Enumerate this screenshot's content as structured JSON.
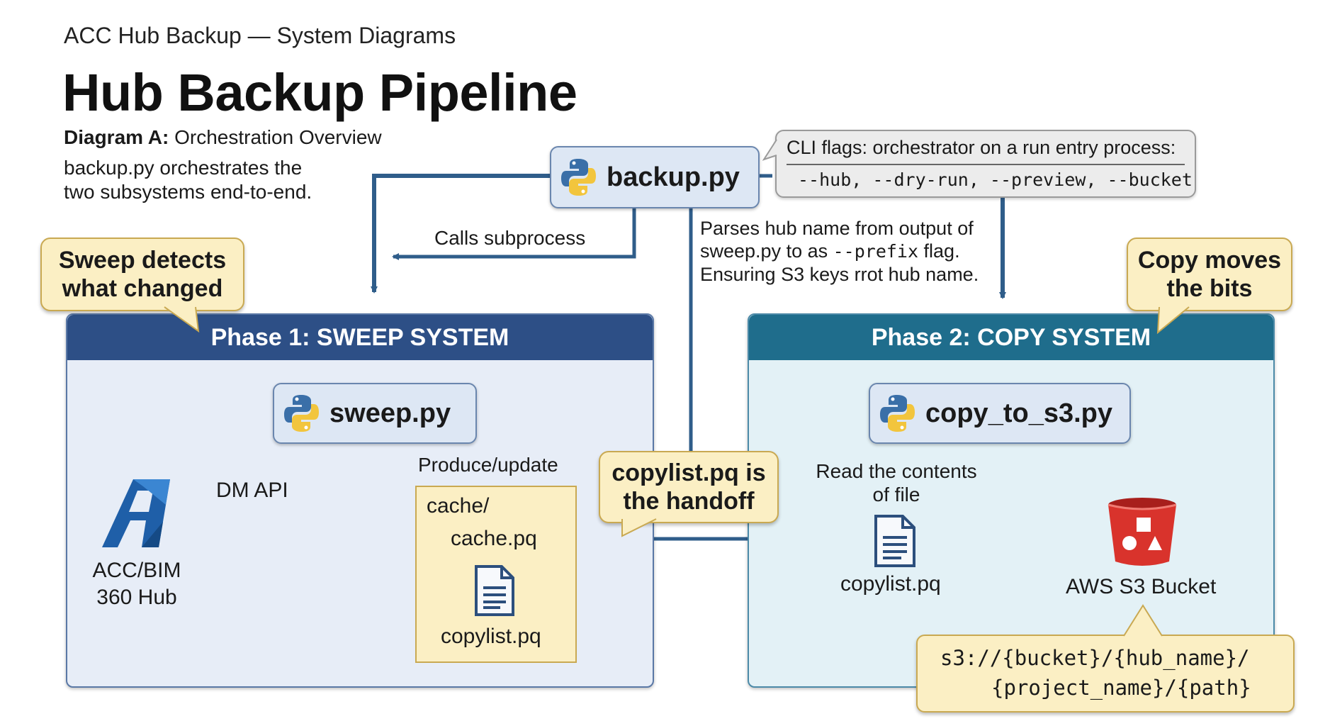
{
  "header": {
    "subtitle": "ACC Hub Backup — System Diagrams",
    "title": "Hub Backup Pipeline",
    "diagram_label_bold": "Diagram A:",
    "diagram_label_rest": " Orchestration Overview",
    "description_line1": "backup.py orchestrates the",
    "description_line2": "two subsystems end-to-end."
  },
  "orchestrator": {
    "name": "backup.py",
    "icon": "python-icon"
  },
  "cli": {
    "label": "CLI flags: orchestrator on a run entry process:",
    "flags": "--hub, --dry-run, --preview, --bucket"
  },
  "annotations": {
    "calls_subprocess": "Calls subprocess",
    "parses_line1": "Parses hub name from output of",
    "parses_line2_pre": "sweep.py to as ",
    "parses_line2_code": "--prefix",
    "parses_line2_post": " flag.",
    "parses_line3": "Ensuring S3 keys rrot hub name."
  },
  "callouts": {
    "sweep_line1": "Sweep detects",
    "sweep_line2": "what changed",
    "copy_line1": "Copy moves",
    "copy_line2": "the bits",
    "handoff_line1": "copylist.pq is",
    "handoff_line2": "the handoff"
  },
  "phase1": {
    "title": "Phase 1: SWEEP SYSTEM",
    "script": "sweep.py",
    "dm_api": "DM API",
    "hub_line1": "ACC/BIM",
    "hub_line2": "360 Hub",
    "produce": "Produce/update",
    "cache_dir": "cache/",
    "cache_file": "cache.pq",
    "copylist_file": "copylist.pq"
  },
  "phase2": {
    "title": "Phase 2: COPY SYSTEM",
    "script": "copy_to_s3.py",
    "read_line1": "Read the contents",
    "read_line2": "of file",
    "copylist_file": "copylist.pq",
    "bucket": "AWS S3 Bucket",
    "path_line1": "s3://{bucket}/{hub_name}/",
    "path_line2": "{project_name}/{path}"
  },
  "colors": {
    "arrow": "#2f5d8a",
    "phase1_header": "#2d4f86",
    "phase1_body": "#e7edf7",
    "phase2_header": "#1f6d8c",
    "phase2_body": "#e3f1f6",
    "callout": "#fbefc4",
    "s3_red": "#d9332c"
  }
}
